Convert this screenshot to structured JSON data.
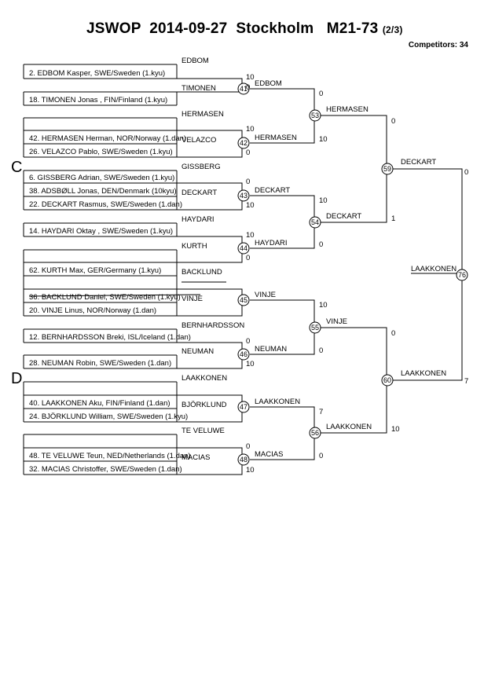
{
  "header": {
    "title": "JSWOP  2014-09-27  Stockholm   M21-73",
    "page": "(2/3)",
    "competitors": "Competitors: 34"
  },
  "sections": [
    "C",
    "D"
  ],
  "entries": [
    {
      "name": "2. EDBOM Kasper, SWE/Sweden (1.kyu)",
      "short": "EDBOM"
    },
    {
      "name": "18. TIMONEN Jonas , FIN/Finland (1.kyu)",
      "short": "TIMONEN"
    },
    {
      "name": "",
      "short": "HERMASEN"
    },
    {
      "name": "42. HERMASEN Herman, NOR/Norway (1.dan)",
      "short": ""
    },
    {
      "name": "26. VELAZCO Pablo, SWE/Sweden (1.kyu)",
      "short": "VELAZCO"
    },
    {
      "name": "6. GISSBERG Adrian, SWE/Sweden (1.kyu)",
      "short": "GISSBERG"
    },
    {
      "name": "38. ADSBØLL Jonas, DEN/Denmark (10kyu)",
      "short": ""
    },
    {
      "name": "22. DECKART Rasmus, SWE/Sweden (1.dan)",
      "short": "DECKART"
    },
    {
      "name": "14. HAYDARI Oktay , SWE/Sweden (1.kyu)",
      "short": "HAYDARI"
    },
    {
      "name": "",
      "short": "KURTH"
    },
    {
      "name": "62. KURTH Max, GER/Germany (1.kyu)",
      "short": ""
    },
    {
      "name": "",
      "short": "BACKLUND"
    },
    {
      "name": "36. BACKLUND Daniel, SWE/Sweden (1.kyu)",
      "short": ""
    },
    {
      "name": "20. VINJE Linus, NOR/Norway (1.dan)",
      "short": "VINJE"
    },
    {
      "name": "12. BERNHARDSSON Breki, ISL/Iceland (1.dan)",
      "short": "BERNHARDSSON"
    },
    {
      "name": "28. NEUMAN Robin, SWE/Sweden (1.dan)",
      "short": "NEUMAN"
    },
    {
      "name": "",
      "short": "LAAKKONEN"
    },
    {
      "name": "40. LAAKKONEN Aku, FIN/Finland (1.dan)",
      "short": ""
    },
    {
      "name": "24. BJÖRKLUND William, SWE/Sweden (1.kyu)",
      "short": "BJÖRKLUND"
    },
    {
      "name": "",
      "short": "TE VELUWE"
    },
    {
      "name": "48. TE VELUWE Teun, NED/Netherlands (1.dan)",
      "short": ""
    },
    {
      "name": "32. MACIAS Christoffer, SWE/Sweden (1.dan)",
      "short": "MACIAS"
    }
  ],
  "round1": [
    {
      "num": "41",
      "winner": "EDBOM",
      "score_top": "10",
      "score_bottom": "0"
    },
    {
      "num": "42",
      "winner": "HERMASEN",
      "score_top": "10",
      "score_bottom": "0"
    },
    {
      "num": "43",
      "winner": "DECKART",
      "score_top": "0",
      "score_bottom": "10"
    },
    {
      "num": "44",
      "winner": "HAYDARI",
      "score_top": "10",
      "score_bottom": "0"
    },
    {
      "num": "45",
      "winner": "VINJE",
      "score_top": "",
      "score_bottom": ""
    },
    {
      "num": "46",
      "winner": "NEUMAN",
      "score_top": "0",
      "score_bottom": "10"
    },
    {
      "num": "47",
      "winner": "LAAKKONEN",
      "score_top": "",
      "score_bottom": ""
    },
    {
      "num": "48",
      "winner": "MACIAS",
      "score_top": "0",
      "score_bottom": "10"
    }
  ],
  "round2": [
    {
      "num": "53",
      "winner": "HERMASEN",
      "score_top": "0",
      "score_bottom": "10"
    },
    {
      "num": "54",
      "winner": "DECKART",
      "score_top": "10",
      "score_bottom": "0"
    },
    {
      "num": "55",
      "winner": "VINJE",
      "score_top": "10",
      "score_bottom": "0"
    },
    {
      "num": "56",
      "winner": "LAAKKONEN",
      "score_top": "7",
      "score_bottom": "0"
    }
  ],
  "round3": [
    {
      "num": "59",
      "winner": "DECKART",
      "score_top": "0",
      "score_bottom": "1"
    },
    {
      "num": "60",
      "winner": "LAAKKONEN",
      "score_top": "0",
      "score_bottom": "10"
    }
  ],
  "round4": [
    {
      "num": "76",
      "winner": "LAAKKONEN",
      "score_top": "0",
      "score_bottom": "7"
    }
  ]
}
